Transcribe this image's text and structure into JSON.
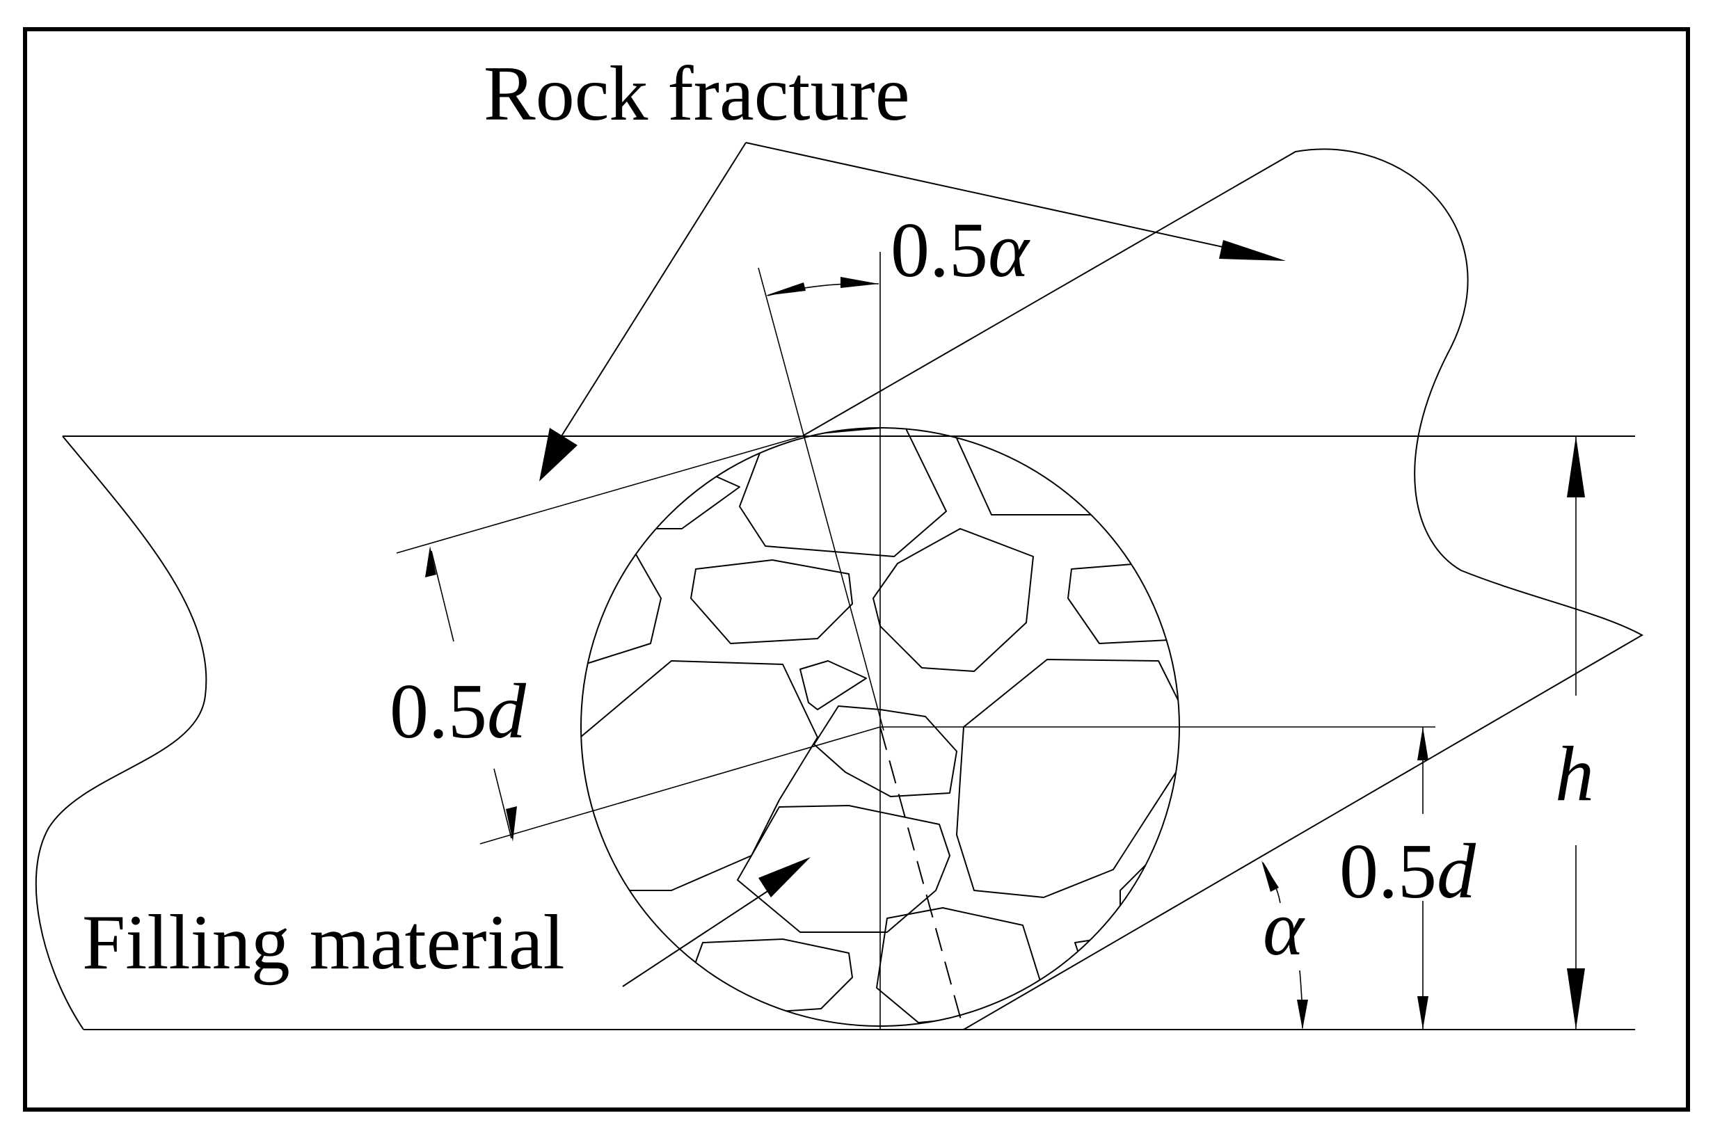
{
  "labels": {
    "rock_fracture": "Rock fracture",
    "filling_material": "Filling material",
    "half_alpha": {
      "number": "0.5",
      "symbol": "α"
    },
    "half_d_left": {
      "number": "0.5",
      "symbol": "d"
    },
    "half_d_right": {
      "number": "0.5",
      "symbol": "d"
    },
    "h": "h",
    "alpha": "α"
  },
  "colors": {
    "stroke": "#000000",
    "background": "#ffffff"
  }
}
